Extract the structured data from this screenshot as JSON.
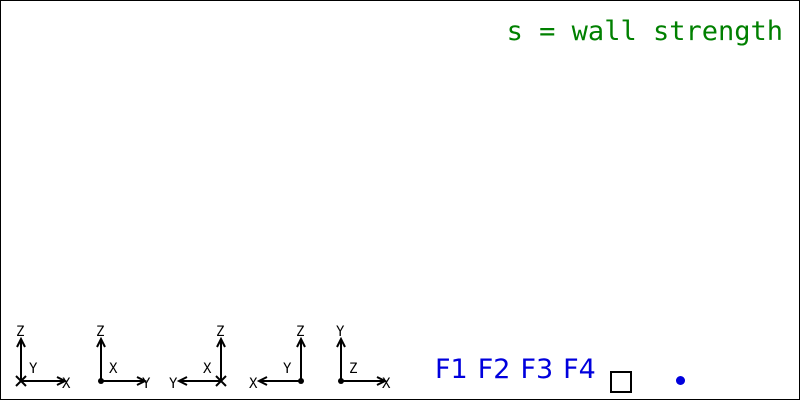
{
  "header": {
    "wall_strength_label": "s = wall strength",
    "label_color": "#008000"
  },
  "views": [
    {
      "name": "view-zy-x",
      "vertical": "Z",
      "diagonal": "Y",
      "horizontal": "X",
      "origin_marker": "cross",
      "direction": "right"
    },
    {
      "name": "view-zx-y",
      "vertical": "Z",
      "diagonal": "X",
      "horizontal": "Y",
      "origin_marker": "dot",
      "direction": "right"
    },
    {
      "name": "view-zx-y-left",
      "vertical": "Z",
      "diagonal": "X",
      "horizontal": "Y",
      "origin_marker": "cross",
      "direction": "left"
    },
    {
      "name": "view-zy-x-left",
      "vertical": "Z",
      "diagonal": "Y",
      "horizontal": "X",
      "origin_marker": "dot",
      "direction": "left"
    },
    {
      "name": "view-yz-x",
      "vertical": "Y",
      "diagonal": "Z",
      "horizontal": "X",
      "origin_marker": "dot",
      "direction": "right"
    }
  ],
  "function_keys": {
    "f1": "F1",
    "f2": "F2",
    "f3": "F3",
    "f4": "F4",
    "color": "#0000dd"
  },
  "tools": {
    "square_icon": "square-outline-icon",
    "dot_icon": "blue-dot-icon"
  }
}
